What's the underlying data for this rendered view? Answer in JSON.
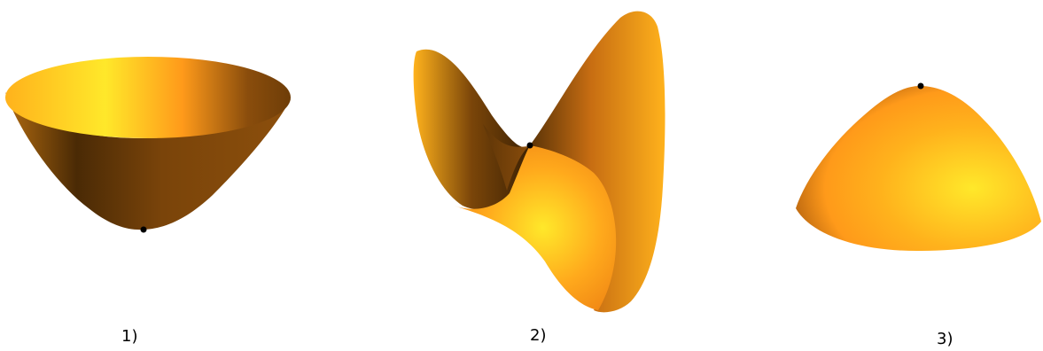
{
  "panels": [
    {
      "label": "1)",
      "surface": "paraboloid-bowl",
      "point": "minimum"
    },
    {
      "label": "2)",
      "surface": "saddle",
      "point": "saddle-point"
    },
    {
      "label": "3)",
      "surface": "paraboloid-cap",
      "point": "maximum"
    }
  ],
  "colors": {
    "background": "#ffffff",
    "surface_highlight": "#ffe82a",
    "surface_mid": "#ff9a1a",
    "surface_shadow": "#5a3307",
    "surface_dark": "#3d2204",
    "point": "#000000",
    "text": "#000000"
  }
}
